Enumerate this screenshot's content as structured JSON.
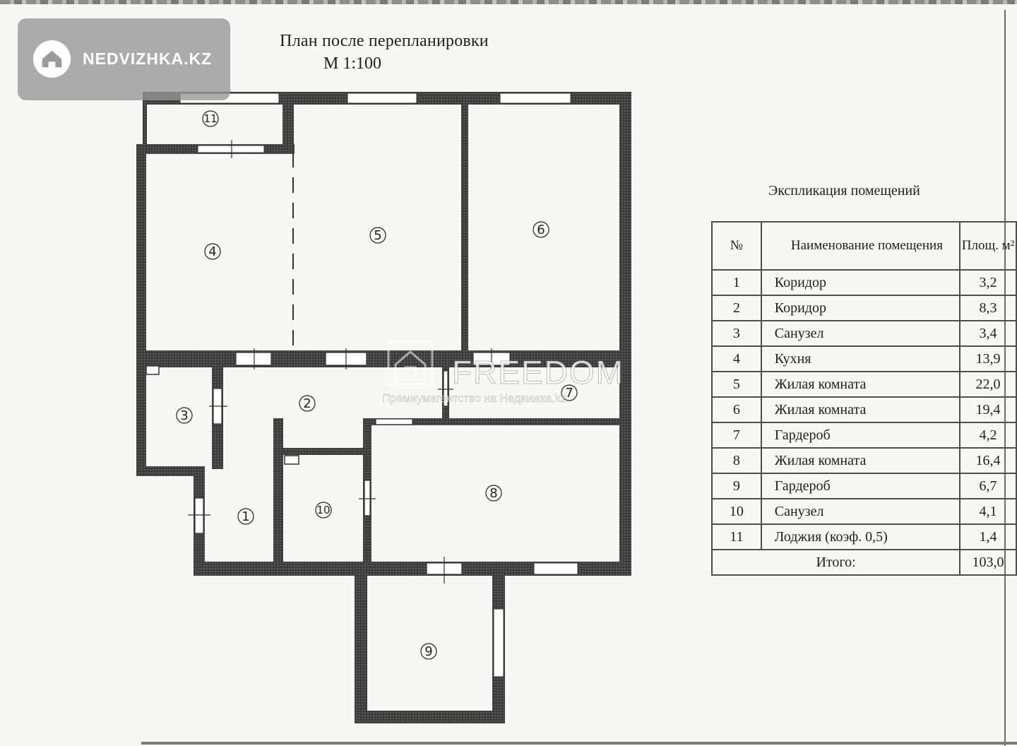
{
  "header": {
    "title": "План после перепланировки",
    "scale": "М 1:100"
  },
  "watermarks": {
    "site_badge": "NEDVIZHKA.KZ",
    "brand": "FREEDOM",
    "brand_subtitle": "Премиумагентство на Недвижка.kz"
  },
  "rooms": [
    {
      "label": "1"
    },
    {
      "label": "2"
    },
    {
      "label": "3"
    },
    {
      "label": "4"
    },
    {
      "label": "5"
    },
    {
      "label": "6"
    },
    {
      "label": "7"
    },
    {
      "label": "8"
    },
    {
      "label": "9"
    },
    {
      "label": "10"
    },
    {
      "label": "11"
    }
  ],
  "explication": {
    "title": "Экспликация помещений",
    "headers": {
      "number": "№",
      "name": "Наименование помещения",
      "area": "Площ. м²"
    },
    "rows": [
      {
        "no": "1",
        "name": "Коридор",
        "area": "3,2"
      },
      {
        "no": "2",
        "name": "Коридор",
        "area": "8,3"
      },
      {
        "no": "3",
        "name": "Санузел",
        "area": "3,4"
      },
      {
        "no": "4",
        "name": "Кухня",
        "area": "13,9"
      },
      {
        "no": "5",
        "name": "Жилая комната",
        "area": "22,0"
      },
      {
        "no": "6",
        "name": "Жилая комната",
        "area": "19,4"
      },
      {
        "no": "7",
        "name": "Гардероб",
        "area": "4,2"
      },
      {
        "no": "8",
        "name": "Жилая комната",
        "area": "16,4"
      },
      {
        "no": "9",
        "name": "Гардероб",
        "area": "6,7"
      },
      {
        "no": "10",
        "name": "Санузел",
        "area": "4,1"
      },
      {
        "no": "11",
        "name": "Лоджия (коэф. 0,5)",
        "area": "1,4"
      }
    ],
    "total_label": "Итого:",
    "total_value": "103,0"
  },
  "colors": {
    "wall": "#3a3a3a",
    "paper": "#f7f7f4",
    "line": "#2a2a2a"
  }
}
